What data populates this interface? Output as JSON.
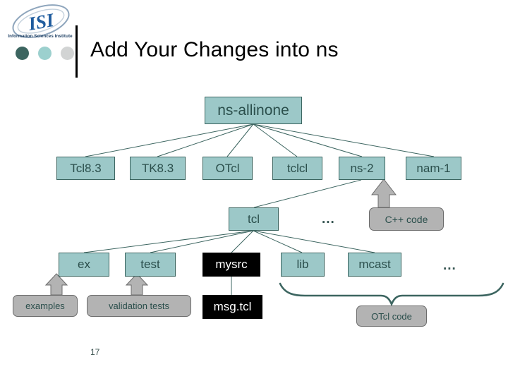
{
  "slide": {
    "title": "Add Your Changes into ns",
    "page_number": "17",
    "logo": {
      "mark": "ISI",
      "caption": "Information Sciences Institute",
      "dots": [
        {
          "name": "dot-dark",
          "color": "#3c6560"
        },
        {
          "name": "dot-teal",
          "color": "#9cd0ce"
        },
        {
          "name": "dot-gray",
          "color": "#d2d4d4"
        }
      ]
    }
  },
  "colors": {
    "node_fill": "#9cc8c8",
    "node_border": "#3c6560",
    "node_text": "#2b4f4c",
    "callout_fill": "#b3b3b3",
    "callout_border": "#6b6b6b",
    "highlight_fill": "#000000",
    "highlight_text": "#ffffff",
    "line": "#3c6560"
  },
  "diagram": {
    "root": {
      "label": "ns-allinone"
    },
    "level2": [
      {
        "label": "Tcl8.3"
      },
      {
        "label": "TK8.3"
      },
      {
        "label": "OTcl"
      },
      {
        "label": "tclcl"
      },
      {
        "label": "ns-2"
      },
      {
        "label": "nam-1"
      }
    ],
    "level3": [
      {
        "label": "tcl"
      }
    ],
    "level3_ellipsis": "...",
    "level4": [
      {
        "label": "ex"
      },
      {
        "label": "test"
      },
      {
        "label": "mysrc"
      },
      {
        "label": "lib"
      },
      {
        "label": "mcast"
      }
    ],
    "level4_ellipsis": "...",
    "level5": [
      {
        "label": "examples"
      },
      {
        "label": "validation tests"
      },
      {
        "label": "msg.tcl"
      }
    ],
    "callouts": [
      {
        "label": "C++ code"
      },
      {
        "label": "OTcl code"
      }
    ]
  }
}
